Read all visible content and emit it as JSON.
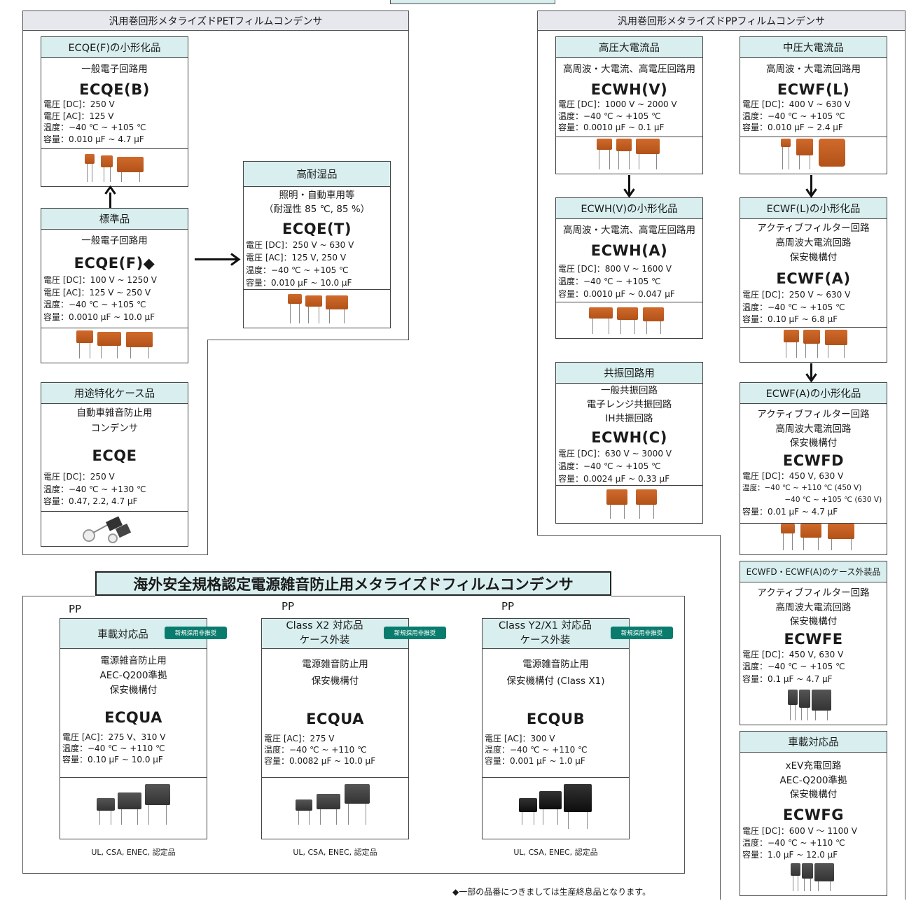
{
  "pet": {
    "title": "汎用巻回形メタライズドPETフィルムコンデンサ"
  },
  "pp": {
    "title": "汎用巻回形メタライズドPPフィルムコンデンサ"
  },
  "cards": {
    "ecqeb": {
      "header": "ECQE(F)の小形化品",
      "desc": [
        "一般電子回路用"
      ],
      "model": "ECQE(B)",
      "specs": [
        "電圧 [DC]：250 V",
        "電圧 [AC]：125 V",
        "温度：−40 ℃ ~ +105 ℃",
        "容量：0.010 µF ~ 4.7 µF"
      ]
    },
    "ecqef": {
      "header": "標準品",
      "desc": [
        "一般電子回路用"
      ],
      "model": "ECQE(F)◆",
      "specs": [
        "電圧 [DC]：100 V ~ 1250 V",
        "電圧 [AC]：125 V ~ 250 V",
        "温度：−40 ℃ ~ +105 ℃",
        "容量：0.0010 µF ~ 10.0 µF"
      ]
    },
    "ecqet": {
      "header": "高耐湿品",
      "desc": [
        "照明・自動車用等",
        "（耐湿性 85 ℃, 85 %）"
      ],
      "model": "ECQE(T)",
      "specs": [
        "電圧 [DC]：250 V ~ 630 V",
        "電圧 [AC]：125 V, 250 V",
        "温度：−40 ℃ ~ +105 ℃",
        "容量：0.010 µF ~ 10.0 µF"
      ]
    },
    "ecqe": {
      "header": "用途特化ケース品",
      "desc": [
        "自動車雑音防止用",
        "コンデンサ"
      ],
      "model": "ECQE",
      "specs": [
        "電圧 [DC]：250 V",
        "温度：−40 ℃ ~ +130 ℃",
        "容量：0.47, 2.2, 4.7 µF"
      ]
    },
    "ecwhv": {
      "header": "高圧大電流品",
      "desc": [
        "高周波・大電流、高電圧回路用"
      ],
      "model": "ECWH(V)",
      "specs": [
        "電圧 [DC]：1000 V ~ 2000 V",
        "温度：−40 ℃ ~ +105 ℃",
        "容量：0.0010 µF ~ 0.1 µF"
      ]
    },
    "ecwfl": {
      "header": "中圧大電流品",
      "desc": [
        "高周波・大電流回路用"
      ],
      "model": "ECWF(L)",
      "specs": [
        "電圧 [DC]：400 V ~ 630 V",
        "温度：−40 ℃ ~ +105 ℃",
        "容量：0.010 µF ~ 2.4 µF"
      ]
    },
    "ecwha": {
      "header": "ECWH(V)の小形化品",
      "desc": [
        "高周波・大電流、高電圧回路用"
      ],
      "model": "ECWH(A)",
      "specs": [
        "電圧 [DC]：800 V ~ 1600 V",
        "温度：−40 ℃ ~ +105 ℃",
        "容量：0.0010 µF ~ 0.047 µF"
      ]
    },
    "ecwfa": {
      "header": "ECWF(L)の小形化品",
      "desc": [
        "アクティブフィルター回路",
        "高周波大電流回路",
        "保安機構付"
      ],
      "model": "ECWF(A)",
      "specs": [
        "電圧 [DC]：250 V ~ 630 V",
        "温度：−40 ℃ ~ +105 ℃",
        "容量：0.10 µF ~ 6.8 µF"
      ]
    },
    "ecwhc": {
      "header": "共振回路用",
      "desc": [
        "一般共振回路",
        "電子レンジ共振回路",
        "IH共振回路"
      ],
      "model": "ECWH(C)",
      "specs": [
        "電圧 [DC]：630 V ~ 3000 V",
        "温度：−40 ℃ ~ +105 ℃",
        "容量：0.0024 µF ~ 0.33 µF"
      ]
    },
    "ecwfd": {
      "header": "ECWF(A)の小形化品",
      "desc": [
        "アクティブフィルター回路",
        "高周波大電流回路",
        "保安機構付"
      ],
      "model": "ECWFD",
      "specs": [
        "電圧 [DC]：450 V, 630 V"
      ],
      "spec_small": [
        "温度：−40 ℃ ~ +110 ℃ (450 V)",
        "　　 −40 ℃ ~ +105 ℃ (630 V)"
      ],
      "specs2": [
        "容量：0.01 µF ~ 4.7 µF"
      ]
    },
    "ecwfe": {
      "header": "ECWFD・ECWF(A)のケース外装品",
      "desc": [
        "アクティブフィルター回路",
        "高周波大電流回路",
        "保安機構付"
      ],
      "model": "ECWFE",
      "specs": [
        "電圧 [DC]：450 V, 630 V",
        "温度：−40 ℃ ~ +105 ℃",
        "容量：0.1 µF ~ 4.7 µF"
      ]
    },
    "ecwfg": {
      "header": "車載対応品",
      "desc": [
        "xEV充電回路",
        "AEC-Q200準拠",
        "保安機構付"
      ],
      "model": "ECWFG",
      "specs": [
        "電圧 [DC]：600 V ～ 1100 V",
        "温度：−40 ℃ ~ +110 ℃",
        "容量：1.0 µF ~ 12.0 µF"
      ]
    },
    "ecqua1": {
      "header": [
        "車載対応品"
      ],
      "desc": [
        "電源雑音防止用",
        "AEC-Q200準拠",
        "保安機構付"
      ],
      "model": "ECQUA",
      "specs": [
        "電圧 [AC]：275 V、310 V",
        "温度：−40 ℃ ~ +110 ℃",
        "容量：0.10 µF ~ 10.0 µF"
      ]
    },
    "ecqua2": {
      "header": [
        "Class X2 対応品",
        "ケース外装"
      ],
      "desc": [
        "電源雑音防止用",
        "保安機構付"
      ],
      "model": "ECQUA",
      "specs": [
        "電圧 [AC]：275 V",
        "温度：−40 ℃ ~ +110 ℃",
        "容量：0.0082 µF ~ 10.0 µF"
      ]
    },
    "ecqub": {
      "header": [
        "Class Y2/X1 対応品",
        "ケース外装"
      ],
      "desc": [
        "電源雑音防止用",
        "保安機構付 (Class X1)"
      ],
      "model": "ECQUB",
      "specs": [
        "電圧 [AC]：300 V",
        "温度：−40 ℃ ~ +110 ℃",
        "容量：0.001 µF ~ 1.0 µF"
      ]
    }
  },
  "safety": {
    "title": "海外安全規格認定電源雑音防止用メタライズドフィルムコンデンサ",
    "pp_label": "PP",
    "badge": "新規採用非推奨",
    "cert": "UL, CSA, ENEC, 認定品"
  },
  "footnote": "◆一部の品番につきましては生産終息品となります。",
  "colors": {
    "header_bg": "#d9efef",
    "section_bg": "#e6e8ee",
    "badge": "#0a7c6e",
    "capacitor": "#c25e22"
  }
}
